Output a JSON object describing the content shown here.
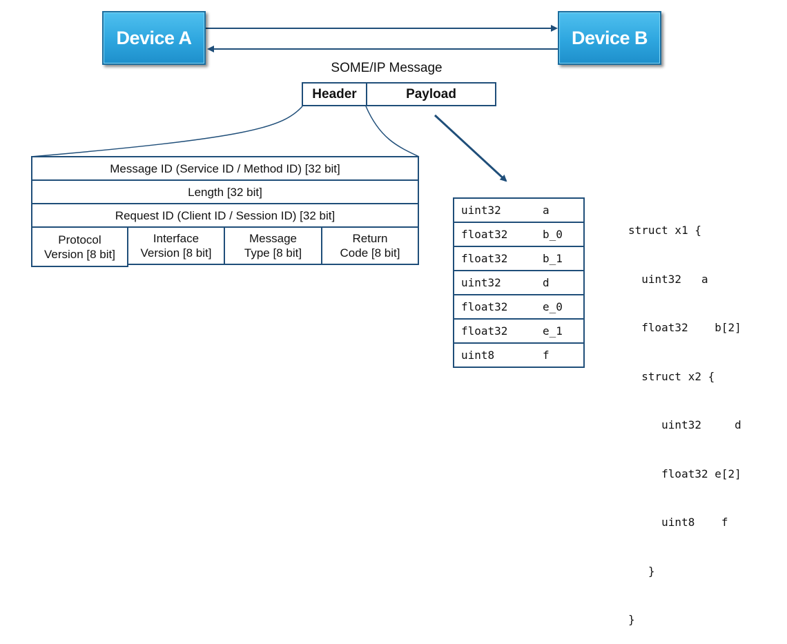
{
  "devices": {
    "a_label": "Device A",
    "b_label": "Device B"
  },
  "message": {
    "title": "SOME/IP Message",
    "header_label": "Header",
    "payload_label": "Payload"
  },
  "header_fields": {
    "row1": "Message ID (Service ID / Method ID) [32 bit]",
    "row2": "Length [32 bit]",
    "row3": "Request ID (Client ID / Session ID) [32 bit]",
    "cells": [
      {
        "line1": "Protocol",
        "line2": "Version [8 bit]"
      },
      {
        "line1": "Interface",
        "line2": "Version [8 bit]"
      },
      {
        "line1": "Message",
        "line2": "Type [8 bit]"
      },
      {
        "line1": "Return",
        "line2": "Code [8 bit]"
      }
    ]
  },
  "payload_rows": [
    {
      "type": "uint32",
      "name": "a"
    },
    {
      "type": "float32",
      "name": "b_0"
    },
    {
      "type": "float32",
      "name": "b_1"
    },
    {
      "type": "uint32",
      "name": "d"
    },
    {
      "type": "float32",
      "name": "e_0"
    },
    {
      "type": "float32",
      "name": "e_1"
    },
    {
      "type": "uint8",
      "name": "f"
    }
  ],
  "struct_code": [
    "struct x1 {",
    "  uint32   a",
    "  float32    b[2]",
    "  struct x2 {",
    "     uint32     d",
    "     float32 e[2]",
    "     uint8    f",
    "   }",
    "}"
  ],
  "colors": {
    "device_fill": "#2ea6df",
    "line": "#1f4e79",
    "text": "#111111"
  }
}
